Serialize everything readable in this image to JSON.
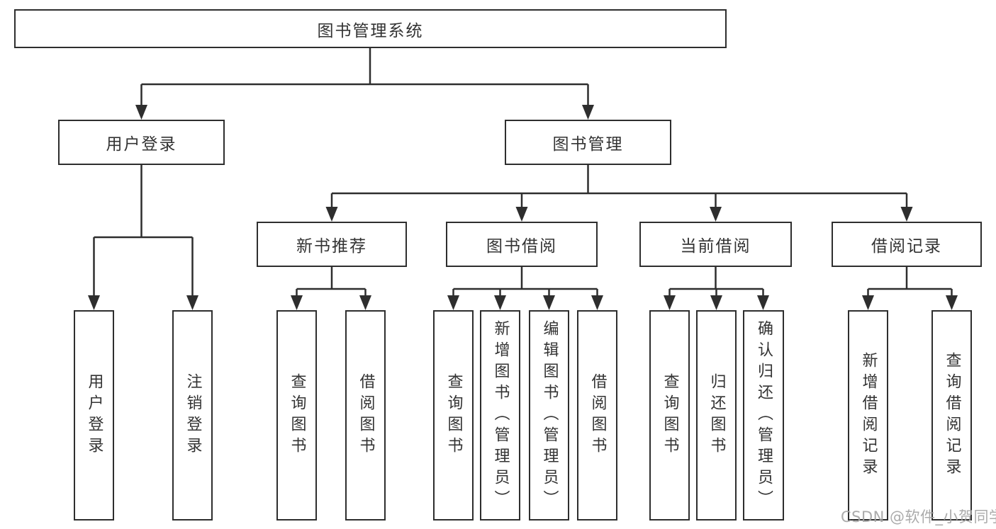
{
  "tree": {
    "label": "图书管理系统",
    "children": [
      {
        "label": "用户登录",
        "children": [
          {
            "label": "用户登录"
          },
          {
            "label": "注销登录"
          }
        ]
      },
      {
        "label": "图书管理",
        "children": [
          {
            "label": "新书推荐",
            "children": [
              {
                "label": "查询图书"
              },
              {
                "label": "借阅图书"
              }
            ]
          },
          {
            "label": "图书借阅",
            "children": [
              {
                "label": "查询图书"
              },
              {
                "label": "新增图书（管理员）"
              },
              {
                "label": "编辑图书（管理员）"
              },
              {
                "label": "借阅图书"
              }
            ]
          },
          {
            "label": "当前借阅",
            "children": [
              {
                "label": "查询图书"
              },
              {
                "label": "归还图书"
              },
              {
                "label": "确认归还（管理员）"
              }
            ]
          },
          {
            "label": "借阅记录",
            "children": [
              {
                "label": "新增借阅记录"
              },
              {
                "label": "查询借阅记录"
              }
            ]
          }
        ]
      }
    ]
  },
  "watermark": "CSDN @软件_小贺同学",
  "colors": {
    "line": "#2e2e2e",
    "box_border": "#2e2e2e",
    "text": "#333333",
    "watermark": "#a4a4a4",
    "background": "#ffffff"
  }
}
